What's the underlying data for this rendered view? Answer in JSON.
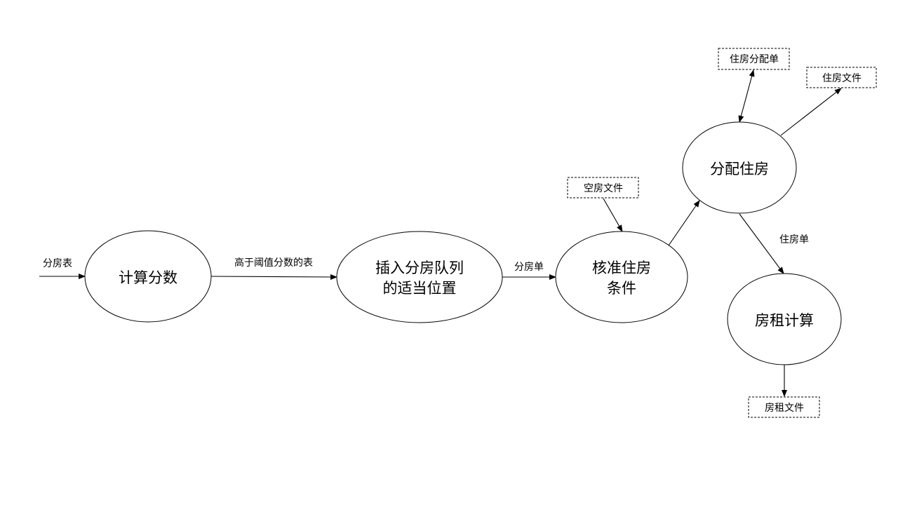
{
  "processes": {
    "calc_score": "计算分数",
    "insert_queue_1": "插入分房队列",
    "insert_queue_2": "的适当位置",
    "verify_1": "核准住房",
    "verify_2": "条件",
    "allocate": "分配住房",
    "rent_calc": "房租计算"
  },
  "stores": {
    "allocation_slip": "住房分配单",
    "housing_file": "住房文件",
    "vacant_file": "空房文件",
    "rent_file": "房租文件"
  },
  "flows": {
    "input_table": "分房表",
    "above_threshold": "高于阈值分数的表",
    "allocation_list": "分房单",
    "housing_slip": "住房单"
  }
}
